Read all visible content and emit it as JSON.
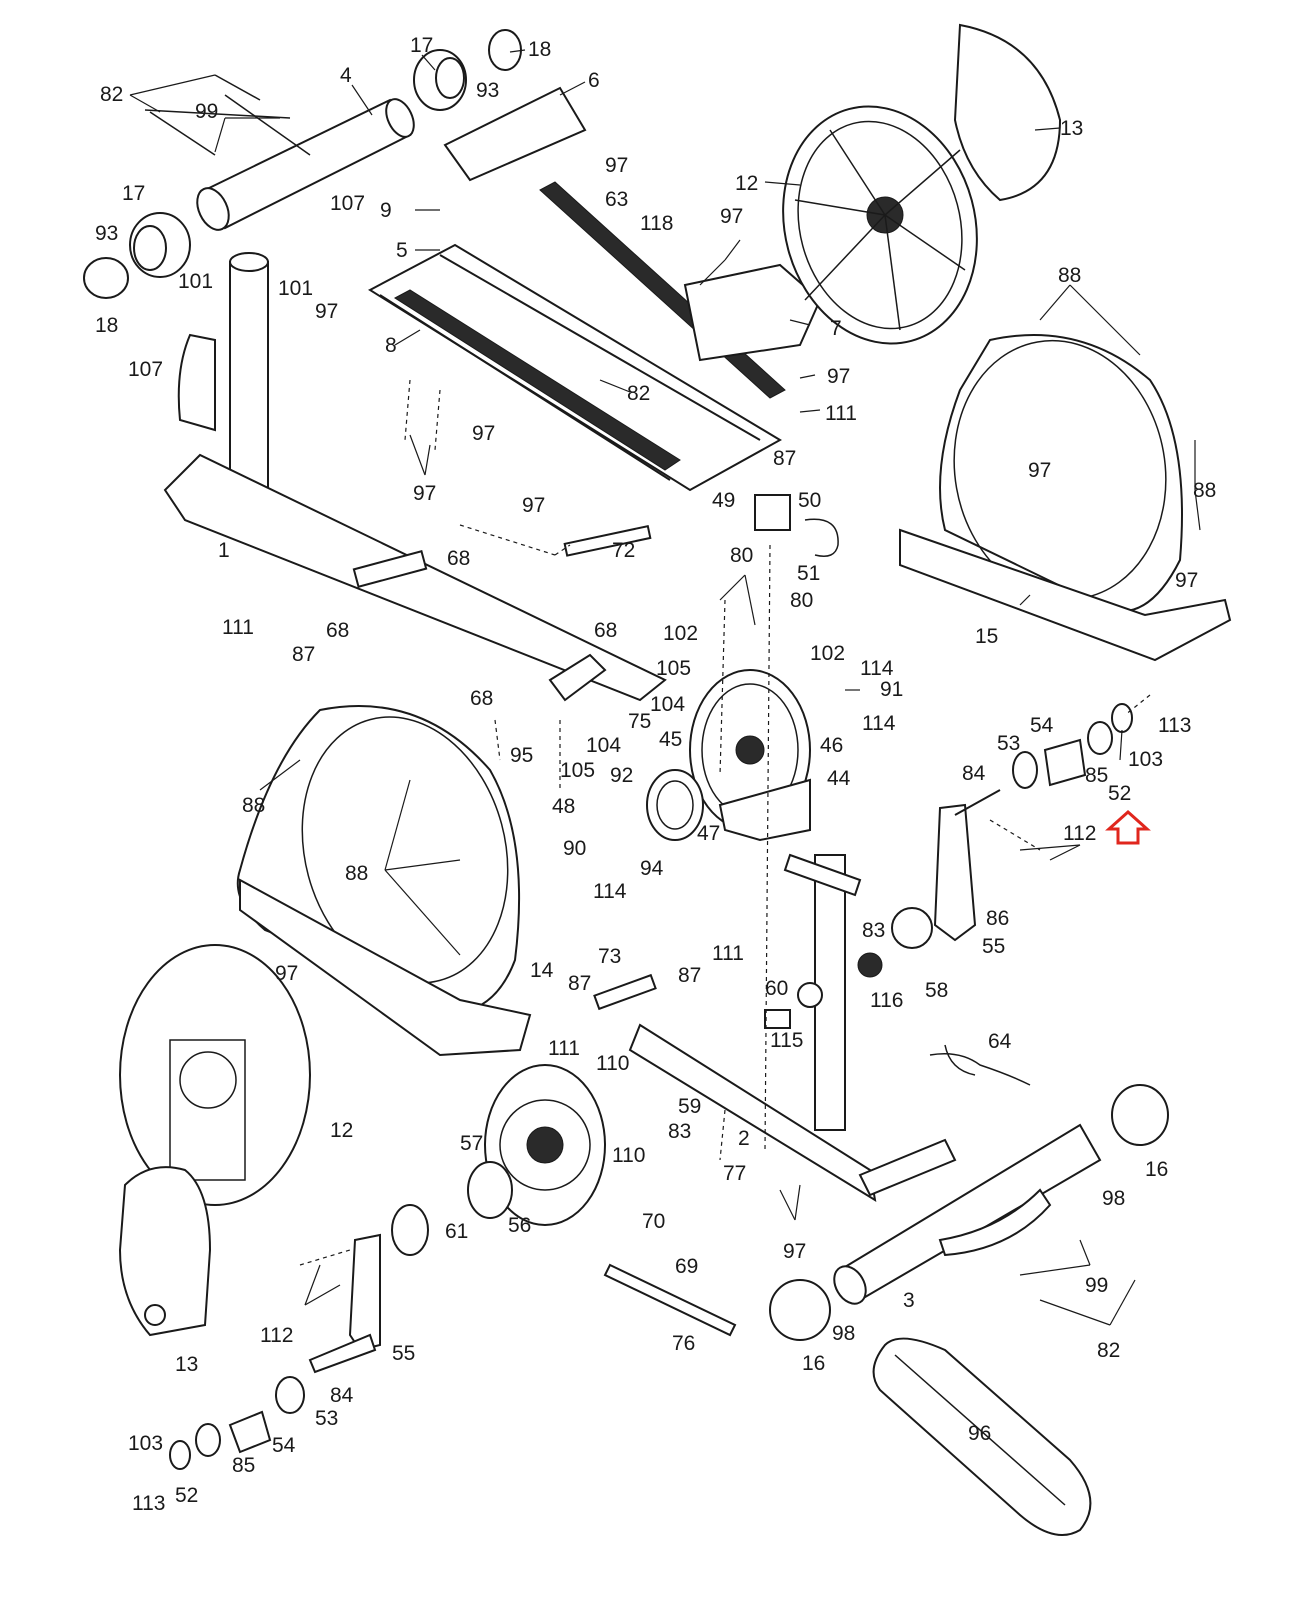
{
  "callouts": [
    "82",
    "4",
    "17",
    "18",
    "93",
    "6",
    "99",
    "97",
    "17",
    "93",
    "107",
    "9",
    "63",
    "118",
    "12",
    "13",
    "5",
    "97",
    "18",
    "101",
    "101",
    "97",
    "88",
    "107",
    "8",
    "7",
    "82",
    "97",
    "111",
    "87",
    "97",
    "97",
    "97",
    "88",
    "97",
    "1",
    "68",
    "72",
    "49",
    "50",
    "51",
    "80",
    "15",
    "97",
    "111",
    "68",
    "87",
    "68",
    "102",
    "80",
    "102",
    "114",
    "91",
    "105",
    "104",
    "75",
    "104",
    "105",
    "68",
    "95",
    "45",
    "46",
    "114",
    "44",
    "113",
    "54",
    "53",
    "103",
    "84",
    "85",
    "52",
    "88",
    "92",
    "48",
    "90",
    "47",
    "94",
    "114",
    "112",
    "88",
    "86",
    "55",
    "83",
    "58",
    "116",
    "97",
    "14",
    "73",
    "111",
    "87",
    "87",
    "111",
    "60",
    "115",
    "64",
    "16",
    "110",
    "59",
    "83",
    "12",
    "57",
    "110",
    "77",
    "98",
    "2",
    "70",
    "61",
    "56",
    "69",
    "99",
    "82",
    "97",
    "3",
    "13",
    "112",
    "55",
    "76",
    "98",
    "16",
    "84",
    "53",
    "54",
    "103",
    "85",
    "52",
    "113",
    "96"
  ],
  "highlight": {
    "target": "52",
    "color": "#e0261d",
    "shape": "up-arrow-outline"
  }
}
